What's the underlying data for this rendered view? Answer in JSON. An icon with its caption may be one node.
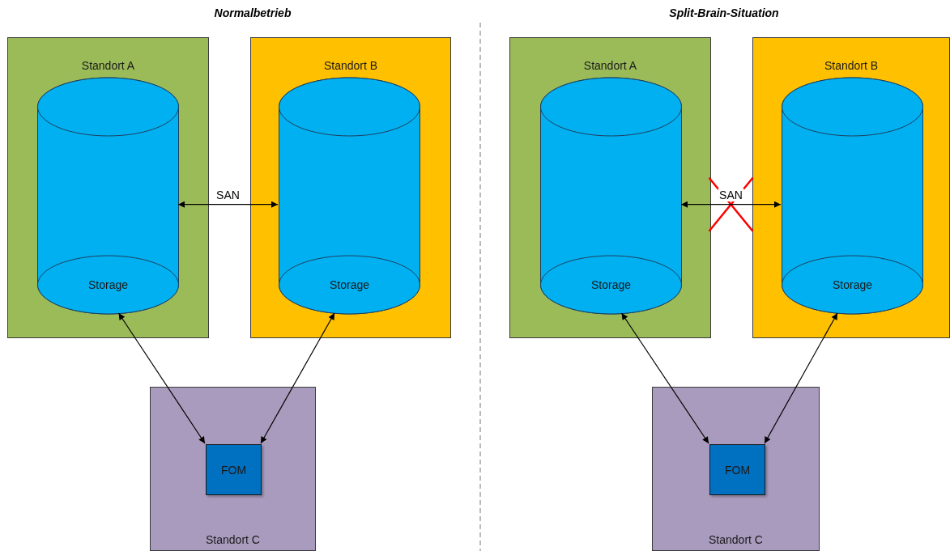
{
  "diagram": {
    "nodes": [
      {
        "text": [
          "Standort A"
        ]
      },
      {
        "text": [
          "Storage"
        ],
        "in": 0
      },
      {
        "text": [
          "Standort B"
        ]
      },
      {
        "text": [
          "Storage"
        ],
        "in": 2
      },
      {
        "text": [
          "Standort C"
        ]
      },
      {
        "text": [
          "FOM"
        ],
        "in": 4
      },
      {
        "text": [
          "Standort A"
        ]
      },
      {
        "text": [
          "Storage"
        ],
        "in": 6
      },
      {
        "text": [
          "Standort B"
        ]
      },
      {
        "text": [
          "Storage"
        ],
        "in": 8
      },
      {
        "text": [
          "Standort C"
        ]
      },
      {
        "text": [
          "FOM"
        ],
        "in": 10
      }
    ],
    "edges": [
      {
        "from": 1,
        "to": 3,
        "arrow": "both",
        "label": "SAN"
      },
      {
        "from": 1,
        "to": 5,
        "arrow": "both"
      },
      {
        "from": 3,
        "to": 5,
        "arrow": "both"
      },
      {
        "from": 7,
        "to": 9,
        "arrow": "both",
        "label": "SAN"
      },
      {
        "from": 7,
        "to": 11,
        "arrow": "both"
      },
      {
        "from": 9,
        "to": 11,
        "arrow": "both"
      }
    ],
    "labels": [
      "Normalbetrieb",
      "Split-Brain-Situation"
    ]
  }
}
